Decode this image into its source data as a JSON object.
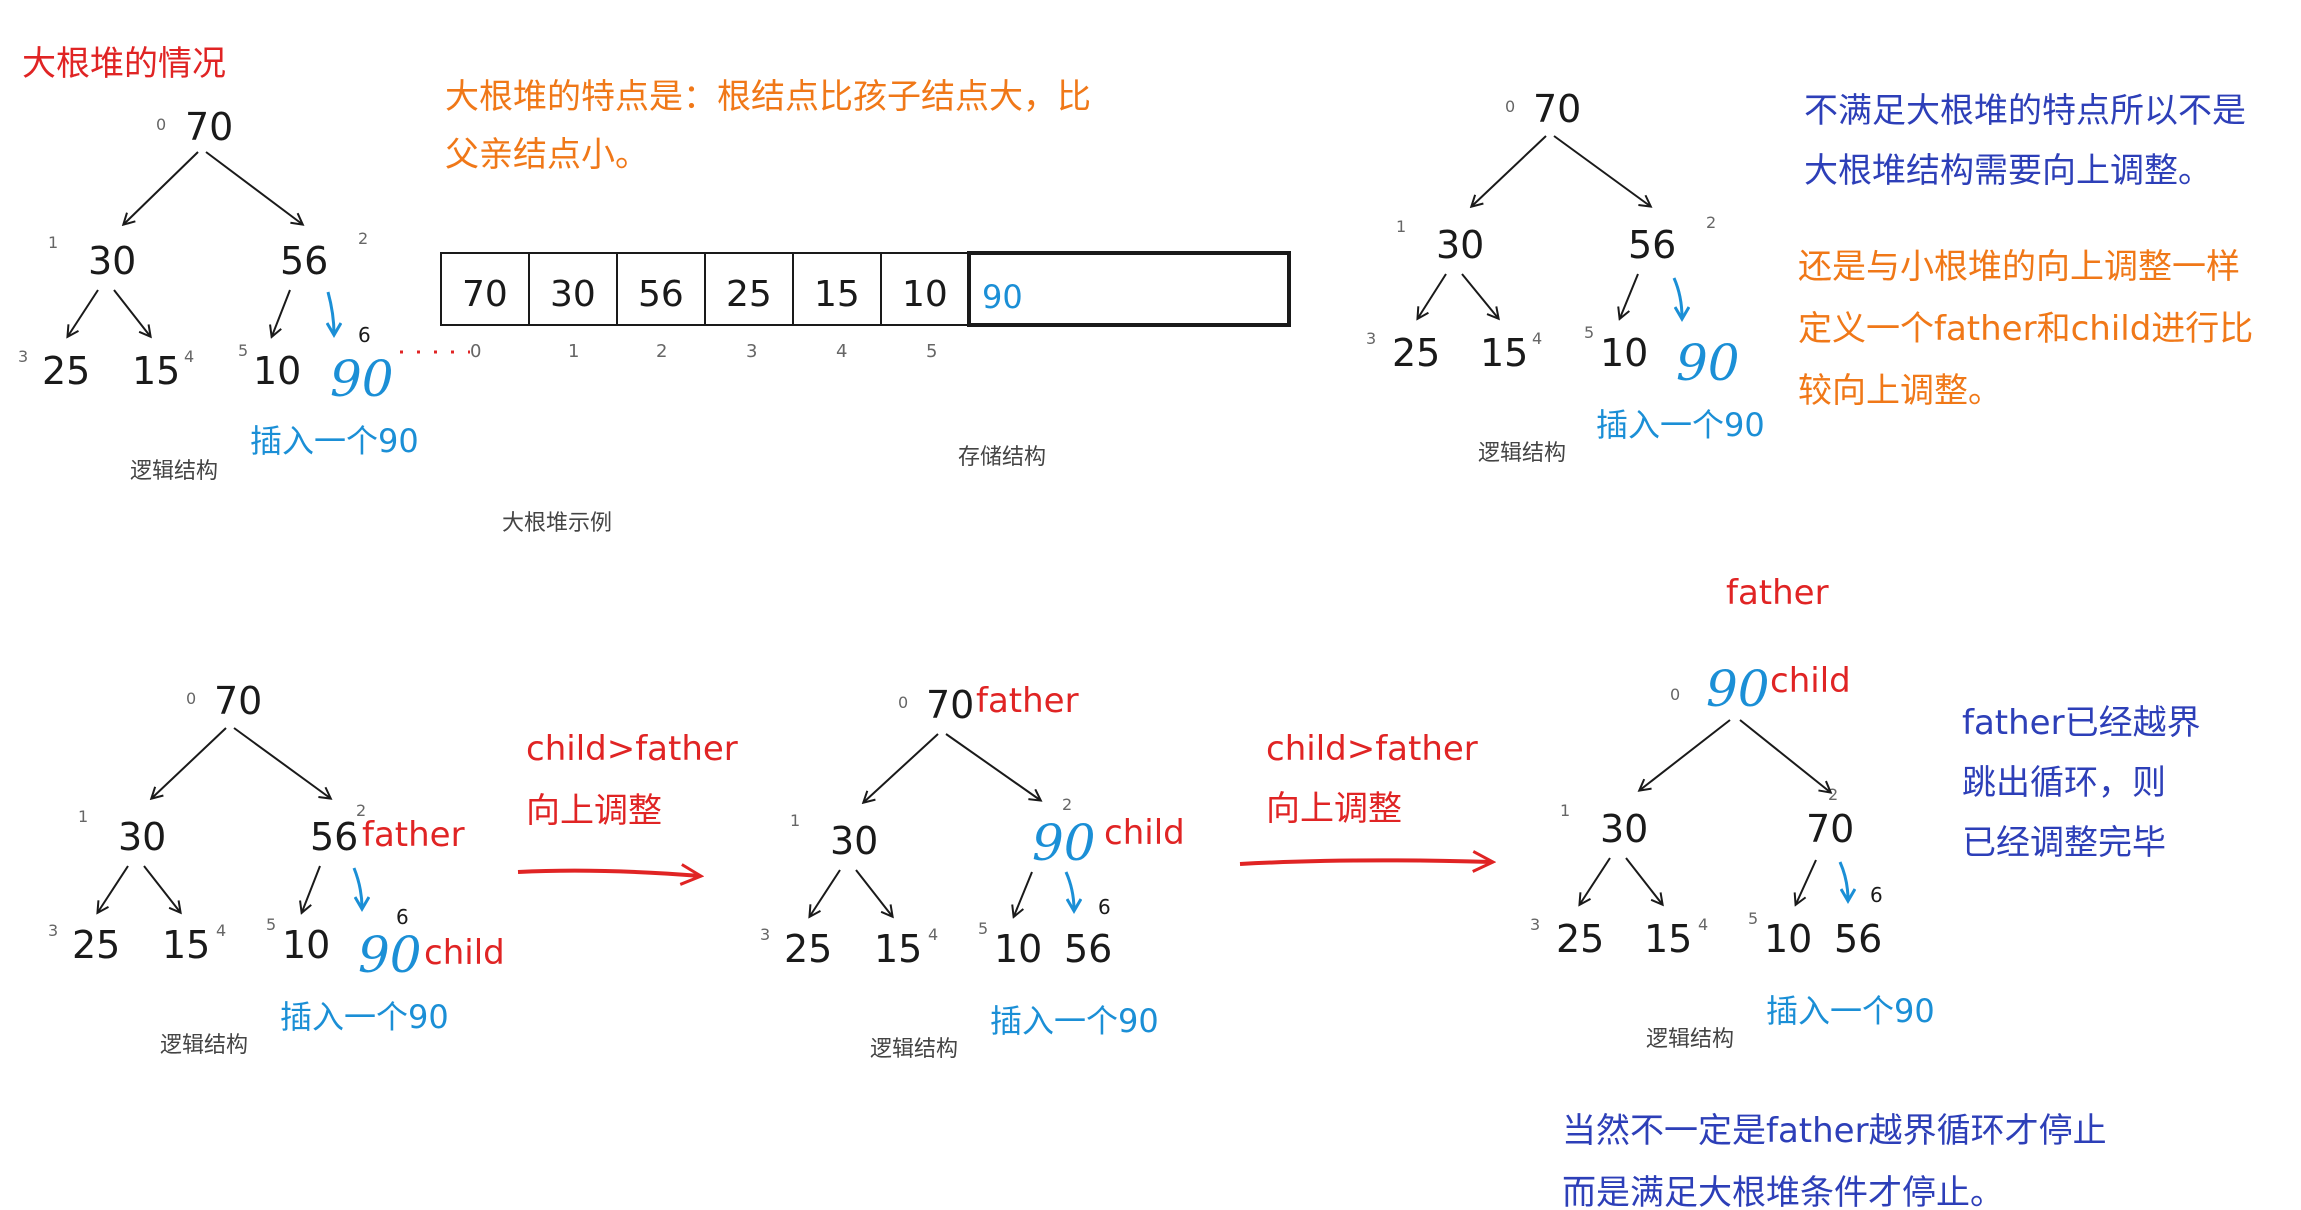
{
  "colors": {
    "black": "#1a1a1a",
    "red": "#e02424",
    "orange": "#f07818",
    "blue": "#2d3fb8",
    "cyan": "#1b8fd6",
    "gray": "#444444"
  },
  "titles": {
    "big_heap_case": "大根堆的情况",
    "big_heap_example": "大根堆示例",
    "storage_structure": "存储结构",
    "logical_structure": "逻辑结构"
  },
  "notes": {
    "heap_property_line1": "大根堆的特点是：根结点比孩子结点大，比",
    "heap_property_line2": "父亲结点小。",
    "not_satisfy_line1": "不满足大根堆的特点所以不是",
    "not_satisfy_line2": "大根堆结构需要向上调整。",
    "same_as_small_line1": "还是与小根堆的向上调整一样",
    "same_as_small_line2": "定义一个father和child进行比",
    "same_as_small_line3": "较向上调整。",
    "father_out_line1": "father已经越界",
    "father_out_line2": "跳出循环，则",
    "father_out_line3": "已经调整完毕",
    "stop_line1": "当然不一定是father越界循环才停止",
    "stop_line2": "而是满足大根堆条件才停止。"
  },
  "labels": {
    "insert": "插入一个90",
    "father": "father",
    "child": "child",
    "compare": "child>father",
    "adjust_up": "向上调整",
    "handwritten_90": "90"
  },
  "array": {
    "values": [
      "70",
      "30",
      "56",
      "25",
      "15",
      "10"
    ],
    "indices": [
      "0",
      "1",
      "2",
      "3",
      "4",
      "5"
    ],
    "new_value": "90"
  },
  "trees": {
    "t1": {
      "n0": "70",
      "n1": "30",
      "n2": "56",
      "n3": "25",
      "n4": "15",
      "n5": "10",
      "i0": "0",
      "i1": "1",
      "i2": "2",
      "i3": "3",
      "i4": "4",
      "i5": "5",
      "i6": "6"
    },
    "t2": {
      "n0": "70",
      "n1": "30",
      "n2": "56",
      "n3": "25",
      "n4": "15",
      "n5": "10",
      "i0": "0",
      "i1": "1",
      "i2": "2",
      "i3": "3",
      "i4": "4",
      "i5": "5"
    },
    "t3": {
      "n0": "70",
      "n1": "30",
      "n2": "56",
      "n3": "25",
      "n4": "15",
      "n5": "10",
      "i0": "0",
      "i1": "1",
      "i2": "2",
      "i3": "3",
      "i4": "4",
      "i5": "5",
      "i6": "6"
    },
    "t4": {
      "n0": "70",
      "n1": "30",
      "n3": "25",
      "n4": "15",
      "n5": "10",
      "n6": "56",
      "i0": "0",
      "i1": "1",
      "i2": "2",
      "i3": "3",
      "i4": "4",
      "i5": "5",
      "i6": "6"
    },
    "t5": {
      "n1": "30",
      "n2": "70",
      "n3": "25",
      "n4": "15",
      "n5": "10",
      "n6": "56",
      "i0": "0",
      "i1": "1",
      "i2": "2",
      "i3": "3",
      "i4": "4",
      "i5": "5",
      "i6": "6"
    }
  }
}
